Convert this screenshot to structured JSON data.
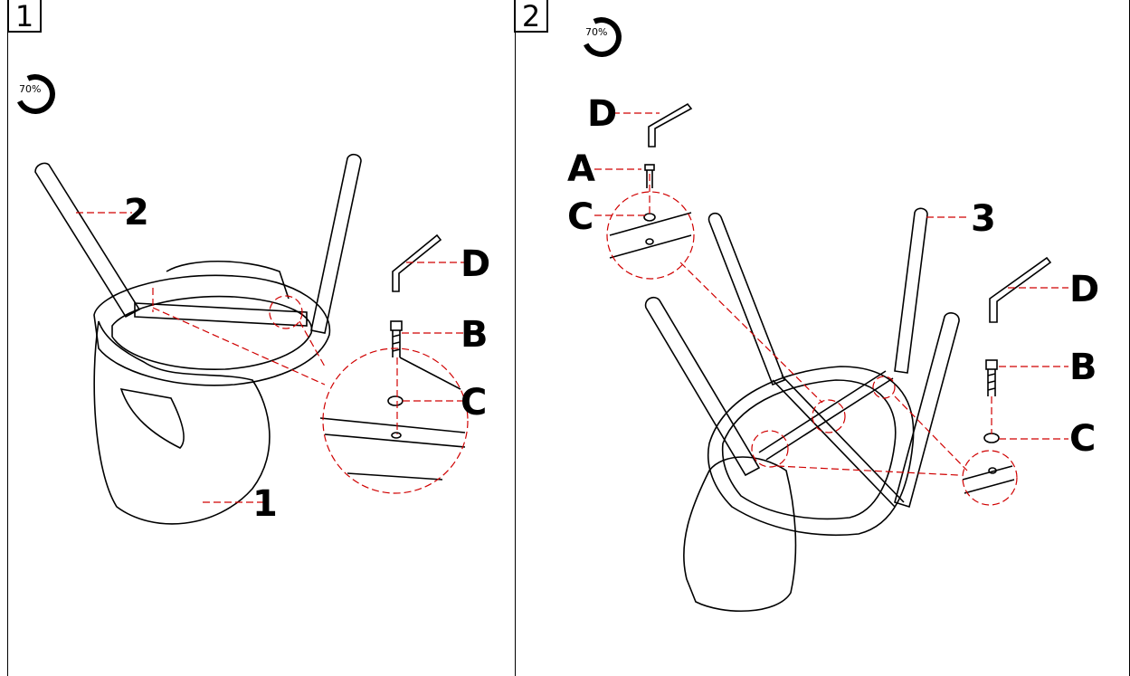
{
  "steps": [
    {
      "number": "1",
      "torque_badge": "70%",
      "labels": {
        "seat": "1",
        "leg": "2",
        "hex_key": "D",
        "bolt": "B",
        "washer": "C"
      }
    },
    {
      "number": "2",
      "torque_badge": "70%",
      "labels": {
        "hex_key_top": "D",
        "bolt_a": "A",
        "washer_top": "C",
        "leg": "3",
        "hex_key_right": "D",
        "bolt_b": "B",
        "washer_right": "C"
      }
    }
  ]
}
